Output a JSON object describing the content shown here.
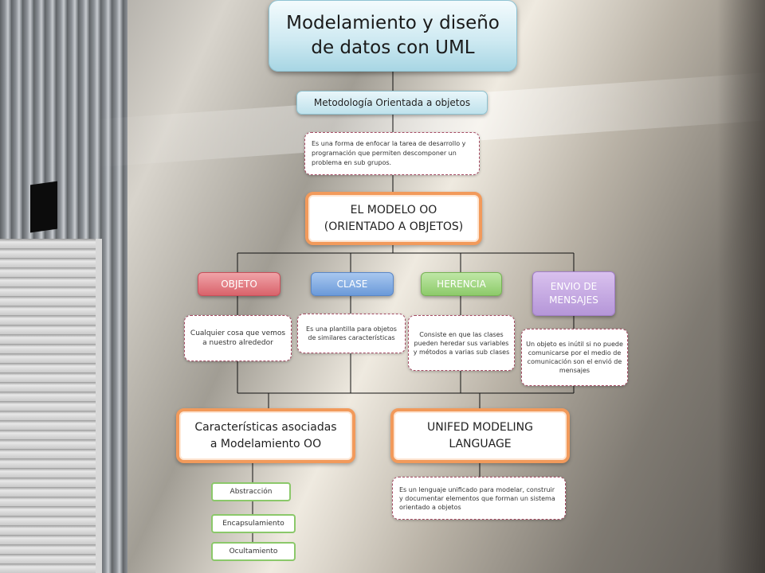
{
  "title": "Modelamiento y diseño\nde datos con UML",
  "methodology": {
    "label": "Metodología Orientada a objetos",
    "note": "Es una forma de enfocar la tarea de desarrollo y programación que permiten descomponer un problema en sub grupos."
  },
  "model": {
    "label": "EL MODELO OO\n(ORIENTADO A OBJETOS)"
  },
  "concepts": [
    {
      "label": "OBJETO",
      "note": "Cualquier cosa que vemos a nuestro alrededor",
      "color": "#e57c84"
    },
    {
      "label": "CLASE",
      "note": "Es una plantilla para objetos de similares características",
      "color": "#7ea8e0"
    },
    {
      "label": "HERENCIA",
      "note": "Consiste en que las clases pueden heredar sus variables y métodos a varias sub clases",
      "color": "#a2d780"
    },
    {
      "label": "ENVIO DE\nMENSAJES",
      "note": "Un objeto es inútil si no puede comunicarse por el medio de comunicación son el envió de mensajes",
      "color": "#c7aae3"
    }
  ],
  "characteristics": {
    "label": "Características asociadas\na Modelamiento OO",
    "items": [
      "Abstracción",
      "Encapsulamiento",
      "Ocultamiento"
    ]
  },
  "uml": {
    "label": "UNIFED MODELING\nLANGUAGE",
    "note": "Es un lenguaje unificado para modelar, construir y documentar elementos que forman un sistema orientado a objetos"
  },
  "colors": {
    "orange_border": "#f29a5b",
    "note_border": "#a54b63",
    "title_blue": "#bfe2ec"
  }
}
